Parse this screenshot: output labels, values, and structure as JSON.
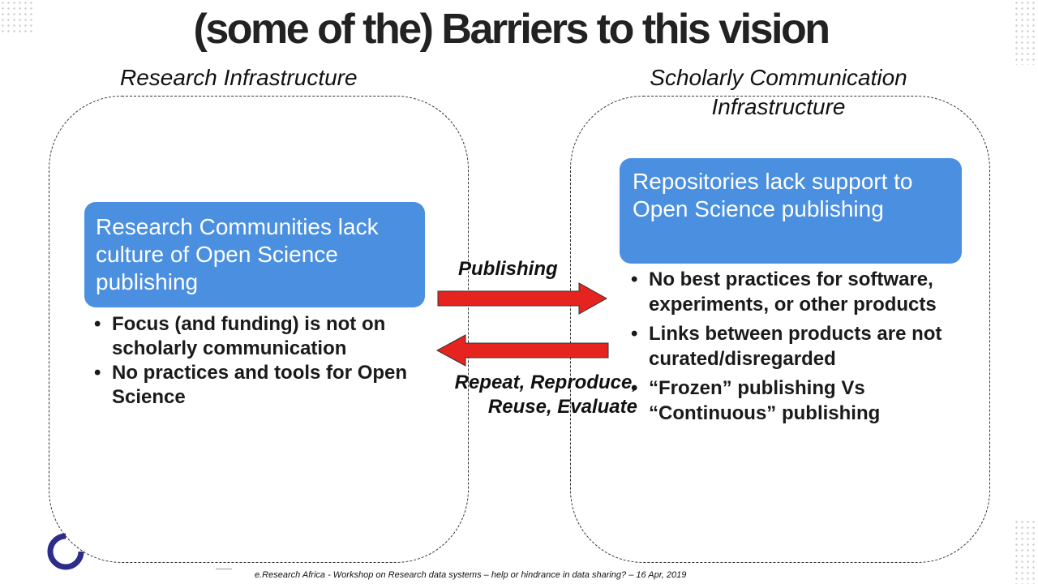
{
  "slide": {
    "title": "(some of the) Barriers to this vision",
    "left": {
      "heading": "Research Infrastructure",
      "callout": "Research Communities lack culture of Open Science publishing",
      "bullets": [
        "Focus (and funding) is not on scholarly communication",
        "No practices and tools for Open Science"
      ]
    },
    "right": {
      "heading_line1": "Scholarly Communication",
      "heading_line2": "Infrastructure",
      "callout": "Repositories lack support to Open Science publishing",
      "bullets": [
        "No best practices for software, experiments, or other products",
        "Links between products are not curated/disregarded",
        "“Frozen” publishing Vs “Continuous” publishing"
      ]
    },
    "arrows": {
      "forward_label": "Publishing",
      "back_label_line1": "Repeat, Reproduce,",
      "back_label_line2": "Reuse, Evaluate"
    },
    "colors": {
      "callout": "#4a8fe0",
      "arrow": "#e52420",
      "logo": "#2d2c8a"
    },
    "footer": "e.Research Africa - Workshop on Research data systems – help or hindrance in data sharing? – 16 Apr, 2019"
  }
}
